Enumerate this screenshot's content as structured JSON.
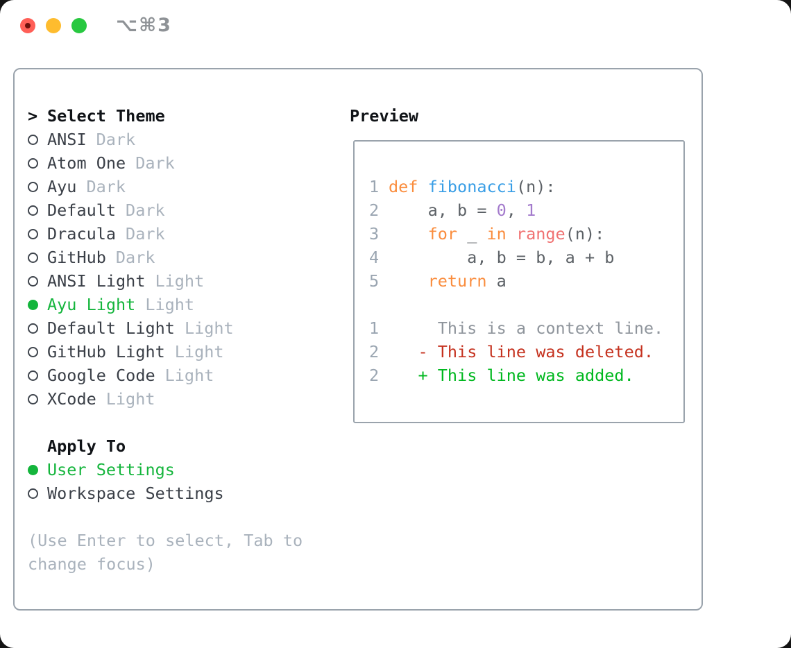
{
  "window": {
    "title": "⌥⌘3"
  },
  "colors": {
    "traffic_red": "#ff5f57",
    "traffic_yellow": "#febc2e",
    "traffic_green": "#28c840",
    "border": "#9aa3ac",
    "accent_green": "#14b53c",
    "item_text": "#3a3f47",
    "muted": "#a9b2bc",
    "keyword": "#fa8d3e",
    "function": "#399ee6",
    "number": "#a37acc",
    "builtin_call": "#f07171",
    "code_text": "#5c6166",
    "line_number": "#9aa5b1",
    "context": "#8f959c",
    "deleted": "#c5321f",
    "added": "#00b81f"
  },
  "theme_panel": {
    "title_prefix": ">",
    "title": "Select Theme",
    "items": [
      {
        "name": "ANSI",
        "tag": "Dark",
        "selected": false
      },
      {
        "name": "Atom One",
        "tag": "Dark",
        "selected": false
      },
      {
        "name": "Ayu",
        "tag": "Dark",
        "selected": false
      },
      {
        "name": "Default",
        "tag": "Dark",
        "selected": false
      },
      {
        "name": "Dracula",
        "tag": "Dark",
        "selected": false
      },
      {
        "name": "GitHub",
        "tag": "Dark",
        "selected": false
      },
      {
        "name": "ANSI Light",
        "tag": "Light",
        "selected": false
      },
      {
        "name": "Ayu Light",
        "tag": "Light",
        "selected": true
      },
      {
        "name": "Default Light",
        "tag": "Light",
        "selected": false
      },
      {
        "name": "GitHub Light",
        "tag": "Light",
        "selected": false
      },
      {
        "name": "Google Code",
        "tag": "Light",
        "selected": false
      },
      {
        "name": "XCode",
        "tag": "Light",
        "selected": false
      }
    ],
    "apply_to": {
      "title": "Apply To",
      "options": [
        {
          "label": "User Settings",
          "selected": true
        },
        {
          "label": "Workspace Settings",
          "selected": false
        }
      ]
    },
    "hint": "(Use Enter to select, Tab to change focus)"
  },
  "preview": {
    "title": "Preview",
    "code_lines": [
      {
        "num": "1",
        "tokens": [
          {
            "t": "def",
            "c": "kw"
          },
          {
            "t": " ",
            "c": "txt"
          },
          {
            "t": "fibonacci",
            "c": "fn"
          },
          {
            "t": "(n):",
            "c": "txt"
          }
        ]
      },
      {
        "num": "2",
        "tokens": [
          {
            "t": "    a, b = ",
            "c": "txt"
          },
          {
            "t": "0",
            "c": "num"
          },
          {
            "t": ", ",
            "c": "txt"
          },
          {
            "t": "1",
            "c": "num"
          }
        ]
      },
      {
        "num": "3",
        "tokens": [
          {
            "t": "    ",
            "c": "txt"
          },
          {
            "t": "for",
            "c": "kw"
          },
          {
            "t": " _ ",
            "c": "txt"
          },
          {
            "t": "in",
            "c": "kw"
          },
          {
            "t": " ",
            "c": "txt"
          },
          {
            "t": "range",
            "c": "sp"
          },
          {
            "t": "(n):",
            "c": "txt"
          }
        ]
      },
      {
        "num": "4",
        "tokens": [
          {
            "t": "        a, b = b, a + b",
            "c": "txt"
          }
        ]
      },
      {
        "num": "5",
        "tokens": [
          {
            "t": "    ",
            "c": "txt"
          },
          {
            "t": "return",
            "c": "kw"
          },
          {
            "t": " a",
            "c": "txt"
          }
        ]
      },
      {
        "num": "",
        "tokens": []
      },
      {
        "num": "1",
        "tokens": [
          {
            "t": "     This is a context line.",
            "c": "ctx"
          }
        ]
      },
      {
        "num": "2",
        "tokens": [
          {
            "t": "   ",
            "c": "txt"
          },
          {
            "t": "- This line was deleted.",
            "c": "del"
          }
        ]
      },
      {
        "num": "2",
        "tokens": [
          {
            "t": "   ",
            "c": "txt"
          },
          {
            "t": "+ This line was added.",
            "c": "add"
          }
        ]
      }
    ]
  }
}
